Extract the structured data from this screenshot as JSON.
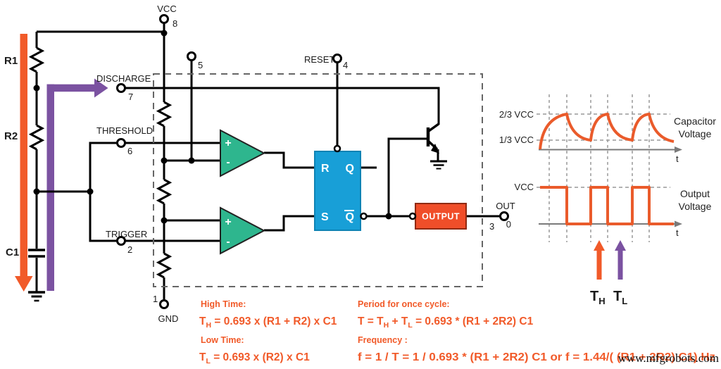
{
  "colors": {
    "orange": "#F15A29",
    "purple": "#7B52A1",
    "comparator_green": "#2EB68E",
    "flipflop_blue": "#189FD7",
    "output_red": "#F04E29",
    "wire_black": "#000000",
    "waveform_orange": "#EA5B2B",
    "grid_gray": "#999999"
  },
  "left_rail": {
    "r1": "R1",
    "r2": "R2",
    "c1": "C1"
  },
  "pins": {
    "vcc": {
      "name": "VCC",
      "num": "8"
    },
    "ctrl": {
      "num": "5"
    },
    "discharge": {
      "name": "DISCHARGE",
      "num": "7"
    },
    "threshold": {
      "name": "THRESHOLD",
      "num": "6"
    },
    "trigger": {
      "name": "TRIGGER",
      "num": "2"
    },
    "reset": {
      "name": "RESET",
      "num": "4"
    },
    "gnd": {
      "name": "GND",
      "num": "1"
    },
    "out": {
      "name": "OUT",
      "num": "3"
    }
  },
  "comparator": {
    "plus": "+",
    "minus": "-"
  },
  "flipflop": {
    "r": "R",
    "q": "Q",
    "s": "S",
    "qbar": "Q"
  },
  "output_block": {
    "label": "OUTPUT"
  },
  "waveforms": {
    "capacitor": {
      "level_high": "2/3 VCC",
      "level_low": "1/3 VCC",
      "title_line1": "Capacitor",
      "title_line2": "Voltage",
      "axis": "t"
    },
    "output": {
      "level_high": "VCC",
      "level_low": "0",
      "title_line1": "Output",
      "title_line2": "Voltage",
      "axis": "t"
    },
    "markers": {
      "th": {
        "p": "T",
        "sub": "H"
      },
      "tl": {
        "p": "T",
        "sub": "L"
      }
    }
  },
  "formulas": {
    "high": {
      "label": "High Time:",
      "p1": "T",
      "s1": "H",
      "p2": " = 0.693 x (R1 + R2) x C1"
    },
    "low": {
      "label": "Low Time:",
      "p1": "T",
      "s1": "L",
      "p2": " = 0.693 x (R2) x C1"
    },
    "period": {
      "label": "Period for once cycle:",
      "p1": "T = T",
      "s1": "H",
      "p2": " + T",
      "s2": "L",
      "p3": " = 0.693 * (R1 + 2R2) C1"
    },
    "frequency": {
      "label": "Frequency :",
      "p1": "f = 1 / T = 1 / 0.693 * (R1 + 2R2) C1 or  f = 1.44/( (R1 + 2R2) C1) Hz"
    }
  },
  "watermark": "www.mfgrobots.com",
  "chart_data": [
    {
      "type": "line",
      "title": "Capacitor Voltage",
      "xlabel": "t",
      "y_levels": {
        "high": "2/3 VCC",
        "low": "1/3 VCC",
        "base": "0"
      },
      "shape": "exponential charge/discharge sawtooth oscillating between 1/3 VCC and 2/3 VCC, starting at 0, three peaks",
      "color": "#EA5B2B"
    },
    {
      "type": "line",
      "title": "Output Voltage",
      "xlabel": "t",
      "y_levels": {
        "high": "VCC",
        "low": "0"
      },
      "shape": "square wave: high while capacitor charges (TH), low while it discharges (TL), three high pulses",
      "color": "#EA5B2B"
    }
  ]
}
